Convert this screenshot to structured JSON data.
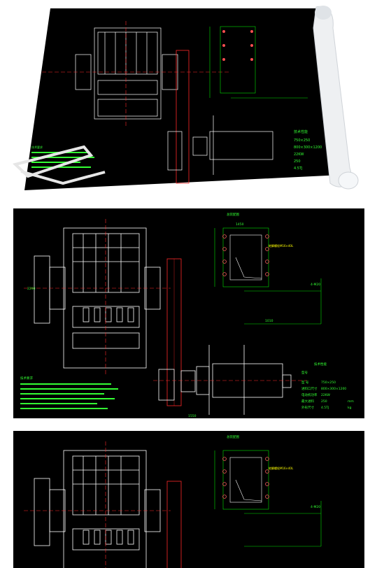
{
  "sheet": {
    "spec_title": "技术性能",
    "model_label": "型号",
    "spec_rows": [
      {
        "label": "型 号",
        "value": "750×250"
      },
      {
        "label": "进料口尺寸",
        "value": "800×300×1200"
      },
      {
        "label": "电动机功率",
        "value": "22KW"
      },
      {
        "label": "最大进料",
        "value": "250",
        "unit": "mm"
      },
      {
        "label": "外形尺寸",
        "value": "4.5TJ",
        "unit": "kg"
      }
    ],
    "notes_title": "技术要求",
    "hole_note": "地脚螺栓M16×40L",
    "dims": [
      "1450",
      "1550",
      "2290",
      "1010",
      "4-M20"
    ],
    "title_block": "总装配图"
  },
  "colors": {
    "background": "#000000",
    "linework": "#ffffff",
    "centerline": "#ff2a2a",
    "dimension": "#00e000",
    "annotation_green": "#33ff33",
    "accent_yellow": "#ffff00"
  }
}
